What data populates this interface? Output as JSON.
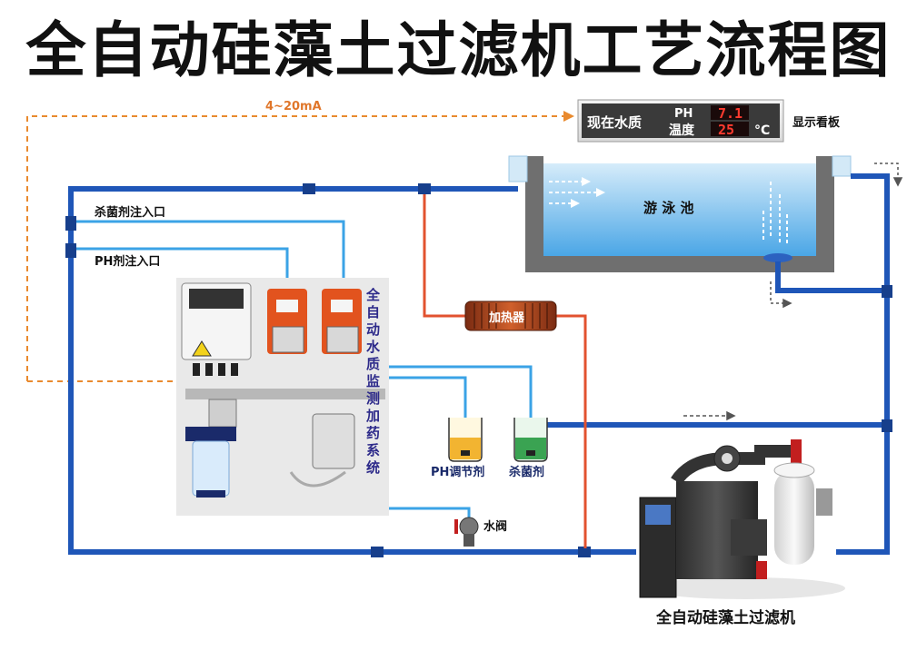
{
  "title": "全自动硅藻土过滤机工艺流程图",
  "signal_label": "4~20mA",
  "display_board": {
    "quality_label": "现在水质",
    "ph_label": "PH",
    "ph_value": "7.1",
    "temp_label": "温度",
    "temp_value": "25",
    "temp_unit": "°C",
    "caption": "显示看板"
  },
  "pool_label": "游 泳 池",
  "disinfectant_inlet": "杀菌剂注入口",
  "ph_inlet": "PH剂注入口",
  "heater_label": "加热器",
  "system_label": [
    "全",
    "自",
    "动",
    "水",
    "质",
    "监",
    "测",
    "加",
    "药",
    "系",
    "统"
  ],
  "ph_tank_label": "PH调节剂",
  "disinfectant_tank_label": "杀菌剂",
  "valve_label": "水阀",
  "filter_label": "全自动硅藻土过滤机",
  "colors": {
    "pipe": "#1f56b8",
    "chem_line": "#3ba3e6",
    "heater_line": "#e2522f",
    "signal_line": "#e98a2e",
    "ph_tank": "#f2b431",
    "disinfectant_tank": "#3aa352",
    "pool_water": "#5fb3ea",
    "panel": "#4a4a4a",
    "led": "#ff3b2f"
  }
}
